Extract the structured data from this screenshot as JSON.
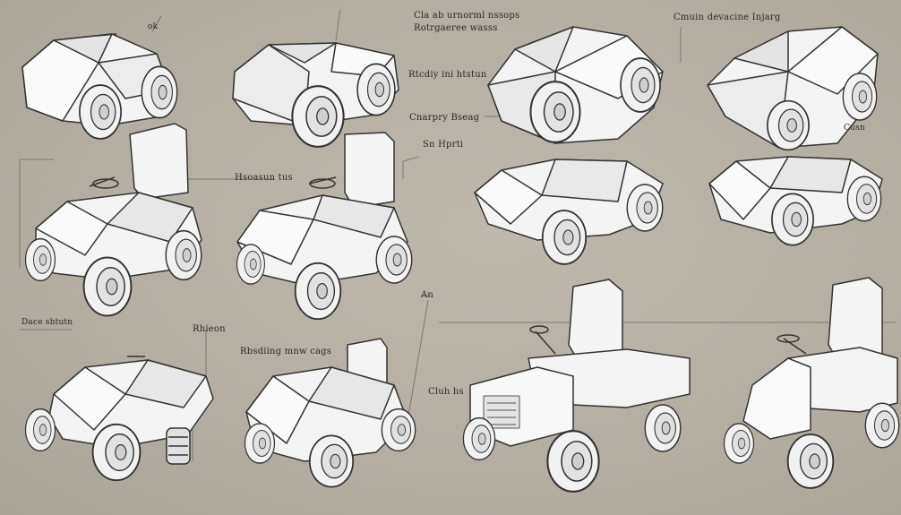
{
  "labels": {
    "l1": "Cla ab urnorml nssops",
    "l2": "Rotrgaeree wasss",
    "l3": "Cmuin devacine Injarg",
    "l4": "ok",
    "l5": "Rtcdiy ini htstun",
    "l6": "Cnarpry Bseag",
    "l7": "Sn Hprti",
    "l8": "Cusn",
    "l9": "Hsoasun tus",
    "l10": "An",
    "l11": "Dace shtutn",
    "l12": "Rhieon",
    "l13": "Rbsdiing mnw cags",
    "l14": "Cluh hs"
  },
  "colors": {
    "background": "#b7b1a6",
    "line": "#3a3a3a",
    "body_fill": "#f4f4f4",
    "shade_fill": "#dcdcdc",
    "label_text": "#2b2a28"
  }
}
